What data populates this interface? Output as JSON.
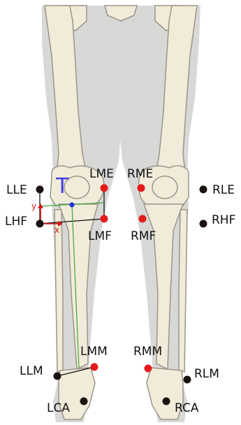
{
  "diagram": {
    "frame_label": "T",
    "axis_labels": {
      "x": "x",
      "y": "y"
    },
    "colors": {
      "background": "#ffffff",
      "silhouette": "#d8d8d6",
      "bone_fill": "#f1ecd9",
      "bone_outline": "#9a958a",
      "medial_marker": "#e31b1b",
      "lateral_marker": "#1a1111",
      "frame_color": "#3d3de8",
      "axis_color": "#d11a1a",
      "segment_axis": "#3fa33f",
      "connector": "#111111"
    },
    "landmarks": {
      "LLE": "LLE",
      "LME": "LME",
      "LHF": "LHF",
      "LMF": "LMF",
      "LMM": "LMM",
      "LLM": "LLM",
      "LCA": "LCA",
      "RME": "RME",
      "RLE": "RLE",
      "RMF": "RMF",
      "RHF": "RHF",
      "RMM": "RMM",
      "RLM": "RLM",
      "RCA": "RCA"
    }
  }
}
